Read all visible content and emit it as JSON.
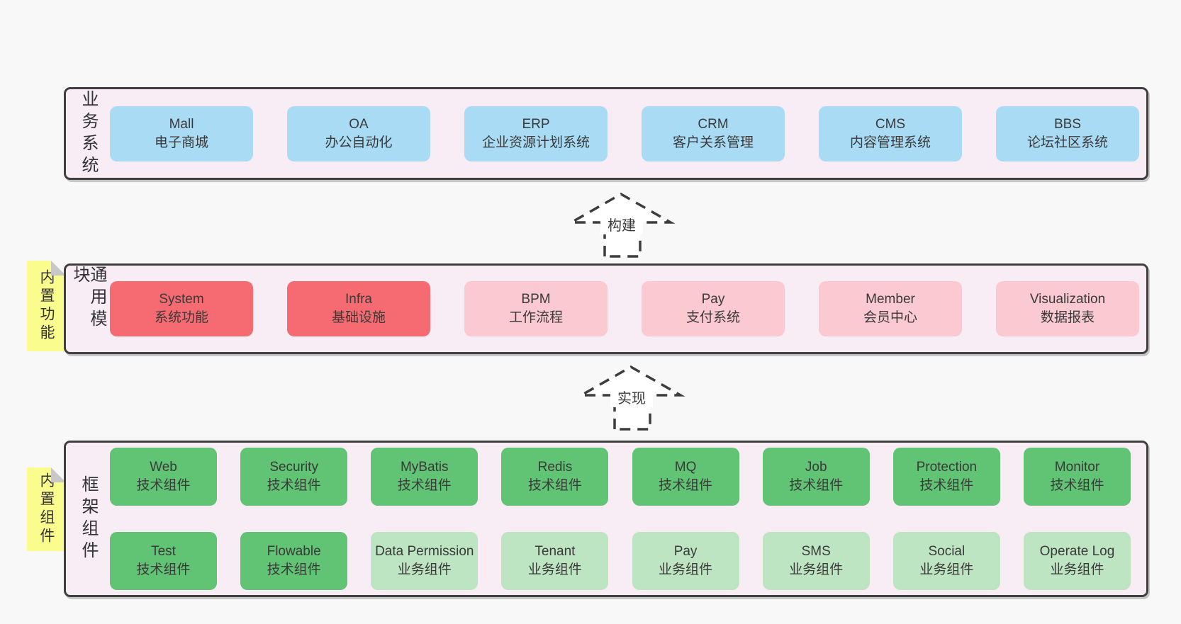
{
  "colors": {
    "page_bg": "#f8f8f8",
    "panel_bg": "#f8ecf5",
    "panel_border": "#3f3f3f",
    "blue_box": "#a9dbf5",
    "red_box": "#f66b71",
    "pink_box": "#fac9d1",
    "green_box": "#61c374",
    "light_green_box": "#bee5c2",
    "sticky_yellow": "#fafc8e",
    "sticky_fold_gray": "#c8c8c8",
    "text": "#3a3a3a"
  },
  "arrows": {
    "build": {
      "label": "构建"
    },
    "implement": {
      "label": "实现"
    }
  },
  "sections": {
    "business": {
      "label": "业务系统",
      "items": [
        {
          "title": "Mall",
          "subtitle": "电子商城"
        },
        {
          "title": "OA",
          "subtitle": "办公自动化"
        },
        {
          "title": "ERP",
          "subtitle": "企业资源计划系统"
        },
        {
          "title": "CRM",
          "subtitle": "客户关系管理"
        },
        {
          "title": "CMS",
          "subtitle": "内容管理系统"
        },
        {
          "title": "BBS",
          "subtitle": "论坛社区系统"
        }
      ]
    },
    "modules": {
      "label": "通用模块",
      "sticky": "内置功能",
      "items": [
        {
          "title": "System",
          "subtitle": "系统功能"
        },
        {
          "title": "Infra",
          "subtitle": "基础设施"
        },
        {
          "title": "BPM",
          "subtitle": "工作流程"
        },
        {
          "title": "Pay",
          "subtitle": "支付系统"
        },
        {
          "title": "Member",
          "subtitle": "会员中心"
        },
        {
          "title": "Visualization",
          "subtitle": "数据报表"
        }
      ]
    },
    "components": {
      "label": "框架组件",
      "sticky": "内置组件",
      "row1": [
        {
          "title": "Web",
          "subtitle": "技术组件"
        },
        {
          "title": "Security",
          "subtitle": "技术组件"
        },
        {
          "title": "MyBatis",
          "subtitle": "技术组件"
        },
        {
          "title": "Redis",
          "subtitle": "技术组件"
        },
        {
          "title": "MQ",
          "subtitle": "技术组件"
        },
        {
          "title": "Job",
          "subtitle": "技术组件"
        },
        {
          "title": "Protection",
          "subtitle": "技术组件"
        },
        {
          "title": "Monitor",
          "subtitle": "技术组件"
        }
      ],
      "row2": [
        {
          "title": "Test",
          "subtitle": "技术组件"
        },
        {
          "title": "Flowable",
          "subtitle": "技术组件"
        },
        {
          "title": "Data Permission",
          "subtitle": "业务组件"
        },
        {
          "title": "Tenant",
          "subtitle": "业务组件"
        },
        {
          "title": "Pay",
          "subtitle": "业务组件"
        },
        {
          "title": "SMS",
          "subtitle": "业务组件"
        },
        {
          "title": "Social",
          "subtitle": "业务组件"
        },
        {
          "title": "Operate Log",
          "subtitle": "业务组件"
        }
      ]
    }
  }
}
